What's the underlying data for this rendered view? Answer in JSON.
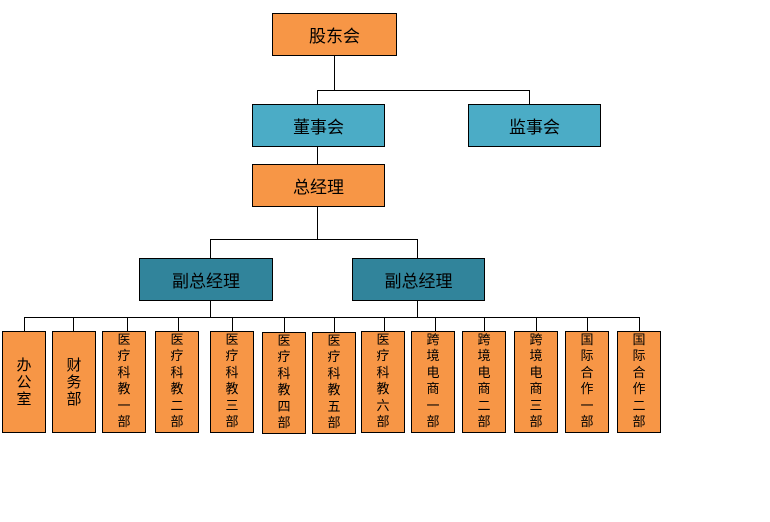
{
  "chart": {
    "title": "组织架构图",
    "level1": {
      "label": "股东会",
      "color": "#f79646"
    },
    "level2": [
      {
        "label": "董事会",
        "color": "#4bacc6"
      },
      {
        "label": "监事会",
        "color": "#4bacc6"
      }
    ],
    "level3": {
      "label": "总经理",
      "color": "#f79646"
    },
    "level4": [
      {
        "label": "副总经理",
        "color": "#31849b"
      },
      {
        "label": "副总经理",
        "color": "#31849b"
      }
    ],
    "departments": [
      {
        "label": "办公室"
      },
      {
        "label": "财务部"
      },
      {
        "label": "医疗科教一部"
      },
      {
        "label": "医疗科教二部"
      },
      {
        "label": "医疗科教三部"
      },
      {
        "label": "医疗科教四部"
      },
      {
        "label": "医疗科教五部"
      },
      {
        "label": "医疗科教六部"
      },
      {
        "label": "跨境电商一部"
      },
      {
        "label": "跨境电商二部"
      },
      {
        "label": "跨境电商三部"
      },
      {
        "label": "国际合作一部"
      },
      {
        "label": "国际合作二部"
      }
    ],
    "department_color": "#f79646"
  }
}
